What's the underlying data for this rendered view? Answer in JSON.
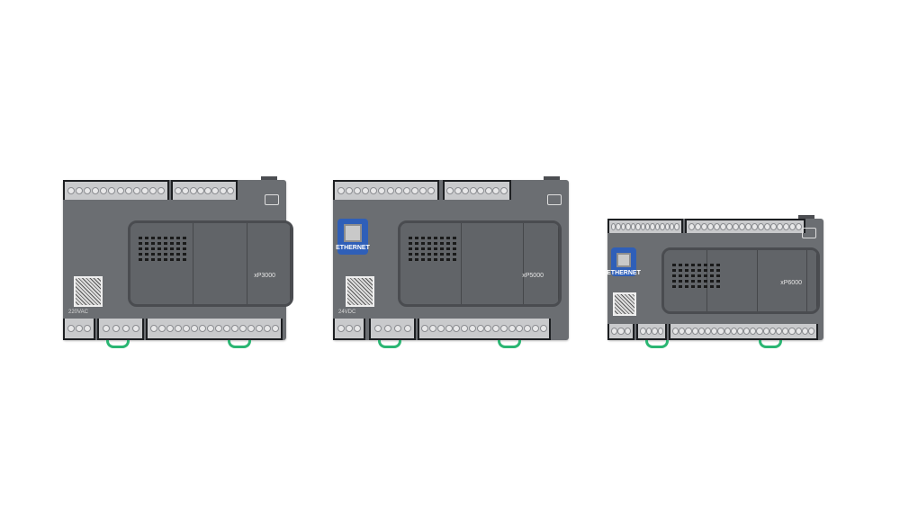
{
  "devices": [
    {
      "model": "xP3000",
      "power_label": "220VAC",
      "top_left_screws": 12,
      "top_right_screws": 8,
      "bottom_left_screws": 3,
      "bottom_mid_screws": 4,
      "bottom_right_screws": 16,
      "ethernet": false
    },
    {
      "model": "xP5000",
      "power_label": "24VDC",
      "ethernet_label": "ETHERNET",
      "top_left_screws": 12,
      "top_right_screws": 8,
      "bottom_left_screws": 3,
      "bottom_mid_screws": 4,
      "bottom_right_screws": 16,
      "ethernet": true
    },
    {
      "model": "xP6000",
      "ethernet_label": "ETHERNET",
      "top_left_screws": 14,
      "top_right_screws": 18,
      "bottom_left_screws": 3,
      "bottom_mid_screws": 4,
      "bottom_right_screws": 22,
      "ethernet": true
    }
  ],
  "colors": {
    "housing": "#6b6e72",
    "terminal": "#c9cacc",
    "ethernet": "#2f5fb8",
    "din_clip": "#2bb673"
  }
}
